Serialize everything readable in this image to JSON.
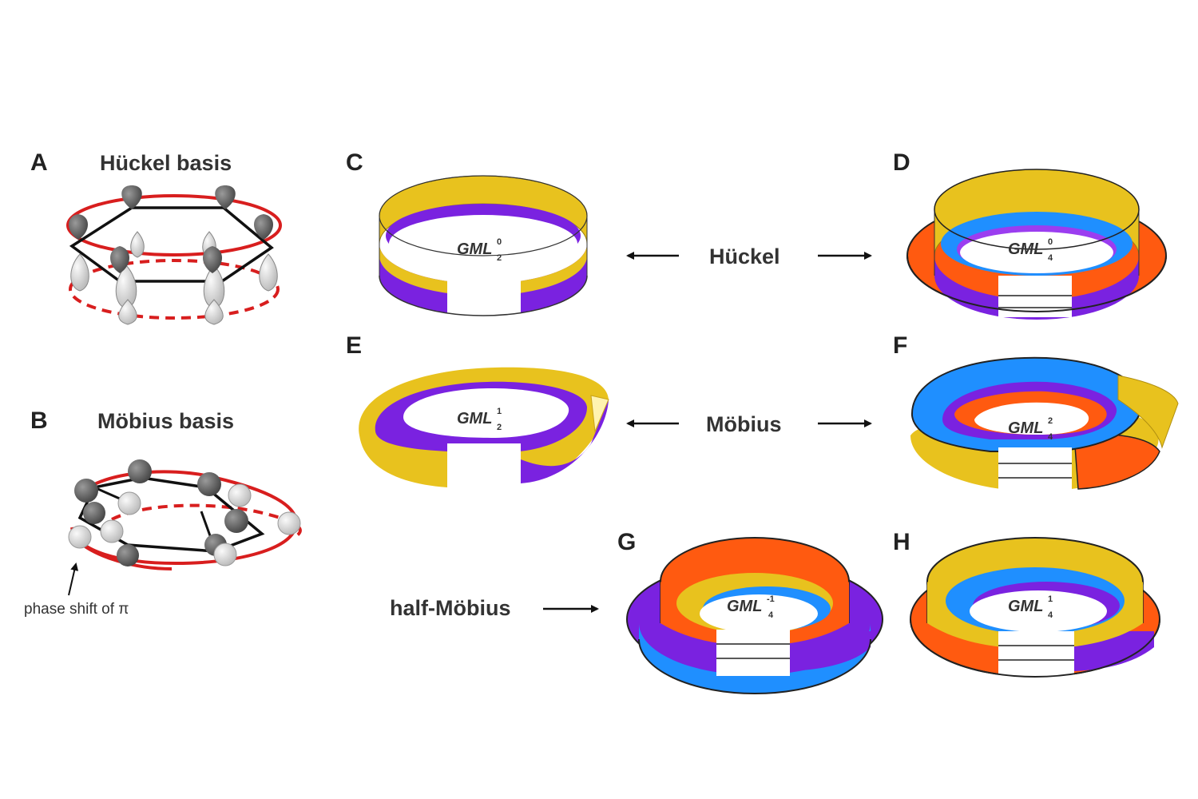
{
  "colors": {
    "yellow": "#e8c21e",
    "yellow_dark": "#c9a317",
    "purple": "#7a22e0",
    "orange": "#ff5a10",
    "blue": "#1f8fff",
    "ring_red": "#d81e1e",
    "lobe_dark": "#5f5f5f",
    "lobe_light": "#d4d4d4"
  },
  "panels": {
    "A": {
      "letter": "A",
      "title": "Hückel basis"
    },
    "B": {
      "letter": "B",
      "title": "Möbius basis",
      "note": "phase shift of π"
    },
    "C": {
      "letter": "C",
      "gml": "GML",
      "sup": "0",
      "sub": "2"
    },
    "D": {
      "letter": "D",
      "gml": "GML",
      "sup": "0",
      "sub": "4"
    },
    "E": {
      "letter": "E",
      "gml": "GML",
      "sup": "1",
      "sub": "2"
    },
    "F": {
      "letter": "F",
      "gml": "GML",
      "sup": "2",
      "sub": "4"
    },
    "G": {
      "letter": "G",
      "gml": "GML",
      "sup": "-1",
      "sub": "4"
    },
    "H": {
      "letter": "H",
      "gml": "GML",
      "sup": "1",
      "sub": "4"
    }
  },
  "middle_labels": {
    "huckel": "Hückel",
    "mobius": "Möbius",
    "half_mobius": "half-Möbius"
  }
}
